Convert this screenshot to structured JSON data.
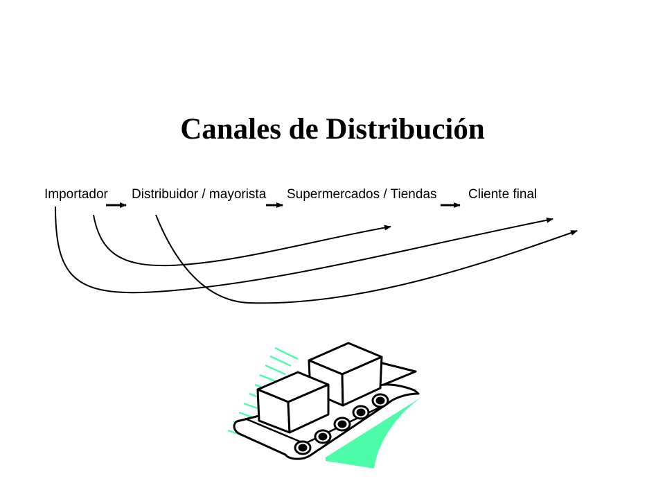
{
  "title": "Canales de Distribución",
  "chain": {
    "nodes": [
      "Importador",
      "Distribuidor / mayorista",
      "Supermercados / Tiendas",
      "Cliente final"
    ]
  },
  "colors": {
    "text": "#000000",
    "accent_green": "#4dfca9"
  },
  "illustration": {
    "icon": "conveyor-belt-boxes-icon"
  }
}
